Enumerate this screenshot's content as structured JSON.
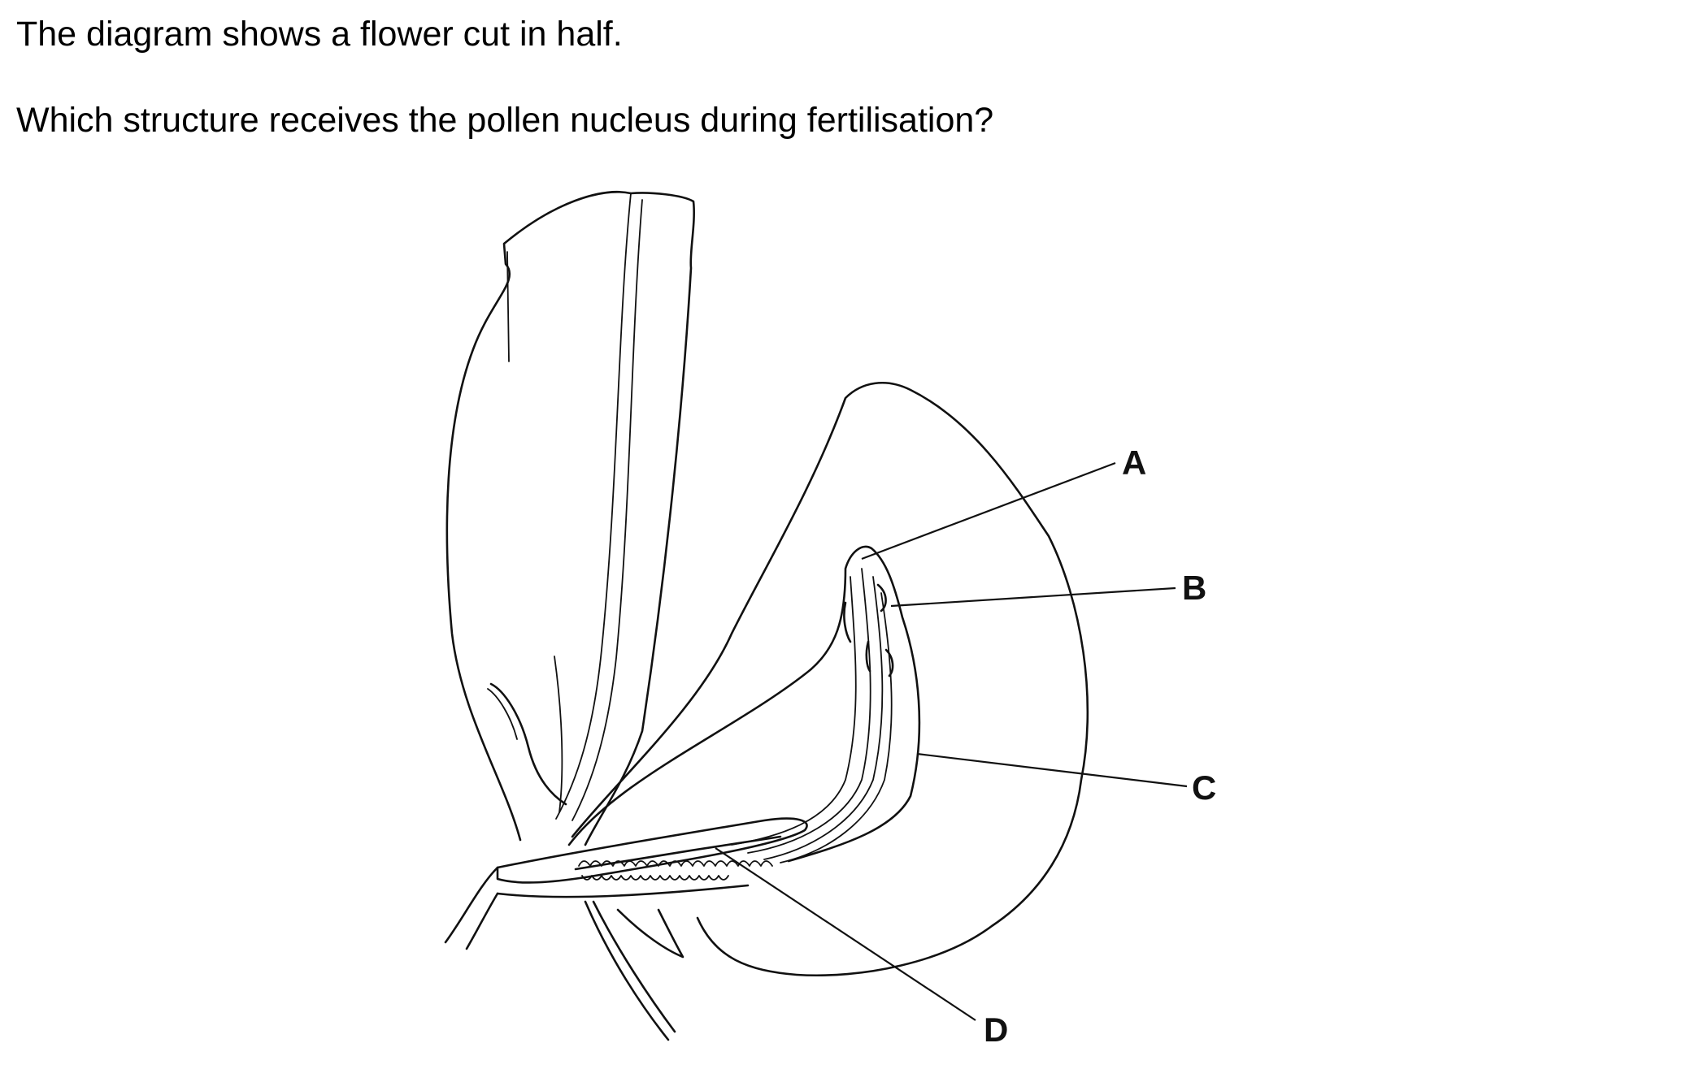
{
  "question": {
    "line1": "The diagram shows a flower cut in half.",
    "line2": "Which structure receives the pollen nucleus during fertilisation?"
  },
  "diagram": {
    "labels": {
      "A": "A",
      "B": "B",
      "C": "C",
      "D": "D"
    }
  }
}
